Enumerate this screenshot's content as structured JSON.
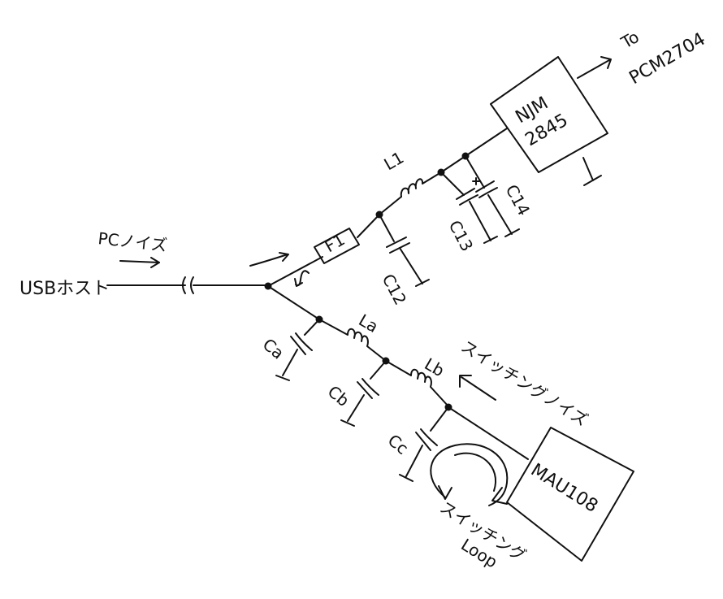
{
  "source_label": "USBホスト",
  "pc_noise_label": "PCノイズ",
  "destination": {
    "to_label": "To",
    "target_label": "PCM2704"
  },
  "regulator": {
    "name_line1": "NJM",
    "name_line2": "2845"
  },
  "upper_branch": {
    "fuse": "F1",
    "inductor": "L1",
    "capacitors": [
      "C12",
      "C13",
      "C14"
    ]
  },
  "lower_branch": {
    "inductors": [
      "La",
      "Lb"
    ],
    "capacitors": [
      "Ca",
      "Cb",
      "Cc"
    ],
    "switching_noise_label": "スイッチングノイズ",
    "loop_label_line1": "スイッチング",
    "loop_label_line2": "Loop"
  },
  "ic": {
    "name": "MAU108"
  }
}
